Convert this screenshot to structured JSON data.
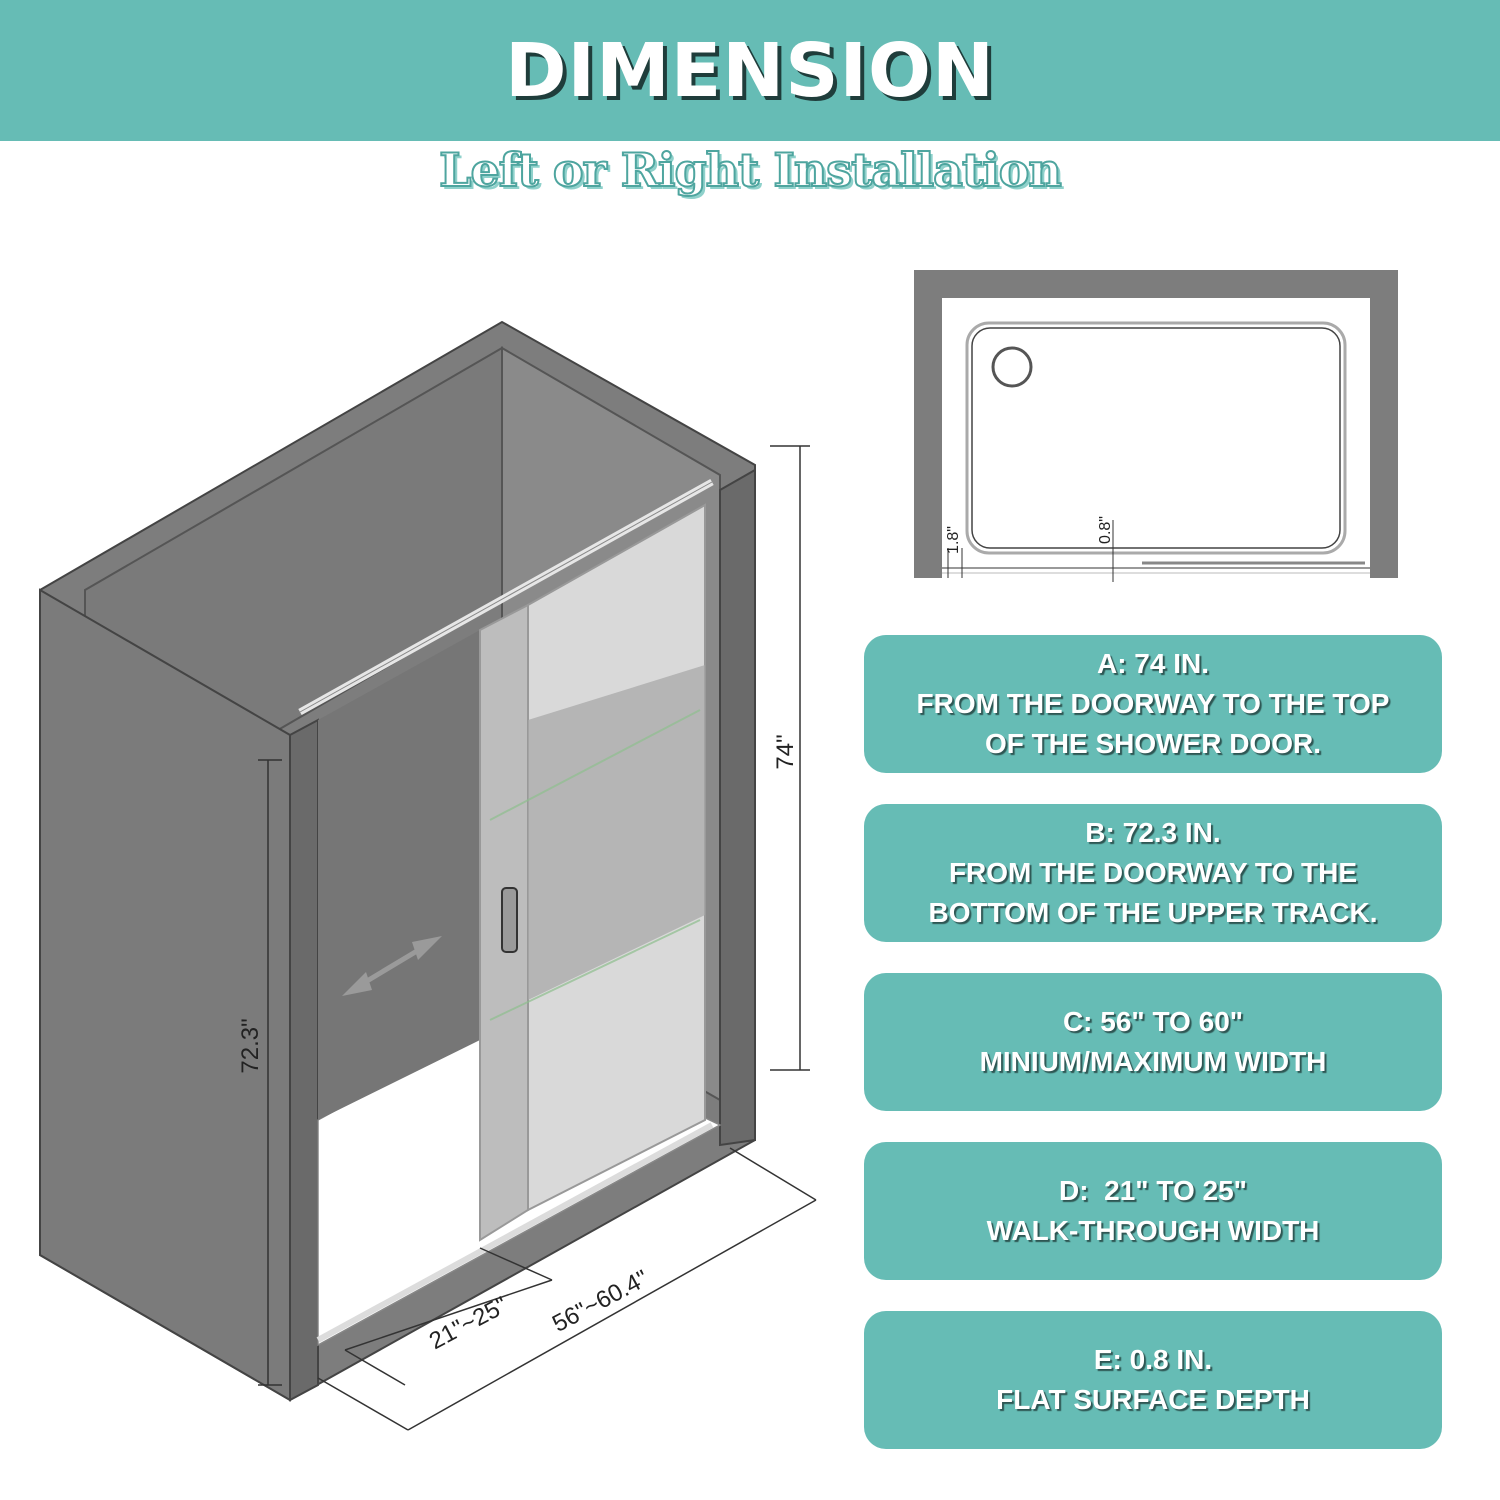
{
  "header": {
    "title": "DIMENSION",
    "subtitle": "Left or Right Installation"
  },
  "diagram": {
    "dim_height_total": "74\"",
    "dim_height_track": "72.3\"",
    "dim_walkthrough": "21\"~25\"",
    "dim_width": "56\"~60.4\"",
    "top_view_side": "1.8\"",
    "top_view_depth": "0.8\""
  },
  "cards": [
    {
      "lines": [
        "A: 74 IN.",
        "FROM THE DOORWAY TO THE TOP",
        "OF THE SHOWER DOOR."
      ]
    },
    {
      "lines": [
        "B: 72.3 IN.",
        "FROM THE DOORWAY TO THE",
        "BOTTOM OF THE UPPER TRACK."
      ]
    },
    {
      "lines": [
        "C: 56\" TO 60\"",
        "MINIUM/MAXIMUM WIDTH"
      ]
    },
    {
      "lines": [
        "D:  21\" TO 25\"",
        "WALK-THROUGH WIDTH"
      ]
    },
    {
      "lines": [
        "E: 0.8 IN.",
        "FLAT SURFACE DEPTH"
      ]
    }
  ],
  "colors": {
    "teal": "#66bcb5",
    "wall_gray": "#7d7d7d",
    "dark_gray": "#5f5f5f"
  }
}
